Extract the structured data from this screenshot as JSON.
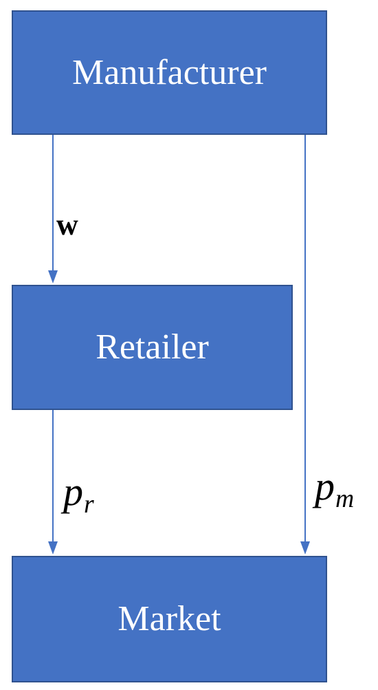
{
  "nodes": {
    "manufacturer": {
      "label": "Manufacturer"
    },
    "retailer": {
      "label": "Retailer"
    },
    "market": {
      "label": "Market"
    }
  },
  "edges": {
    "w": {
      "label": "w"
    },
    "pr": {
      "label": "p",
      "subscript": "r"
    },
    "pm": {
      "label": "p",
      "subscript": "m"
    }
  },
  "colors": {
    "box_fill": "#4472C4",
    "box_border": "#2F528F",
    "arrow": "#4472C4",
    "box_text": "#FFFFFF",
    "label_text": "#000000"
  }
}
